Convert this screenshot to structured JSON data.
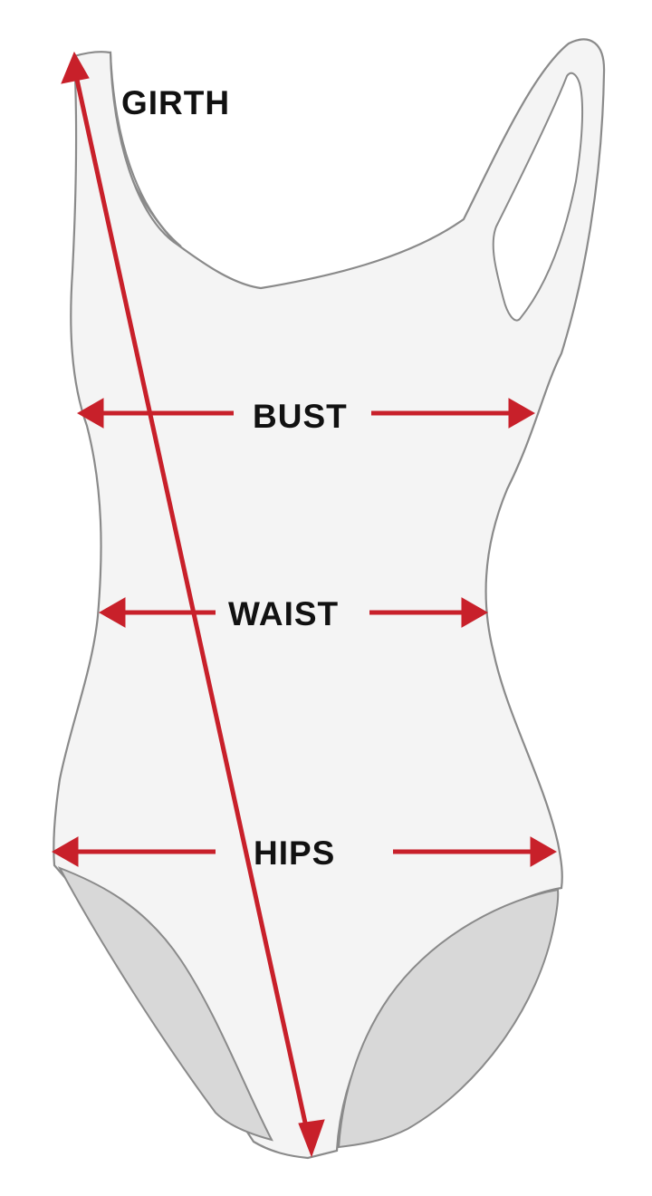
{
  "labels": {
    "girth": "GIRTH",
    "bust": "BUST",
    "waist": "WAIST",
    "hips": "HIPS"
  },
  "colors": {
    "arrow": "#c8202a",
    "garment_fill": "#f4f4f4",
    "garment_outline": "#8a8a8a",
    "inner_shade": "#d8d8d8",
    "label_text": "#111111"
  }
}
